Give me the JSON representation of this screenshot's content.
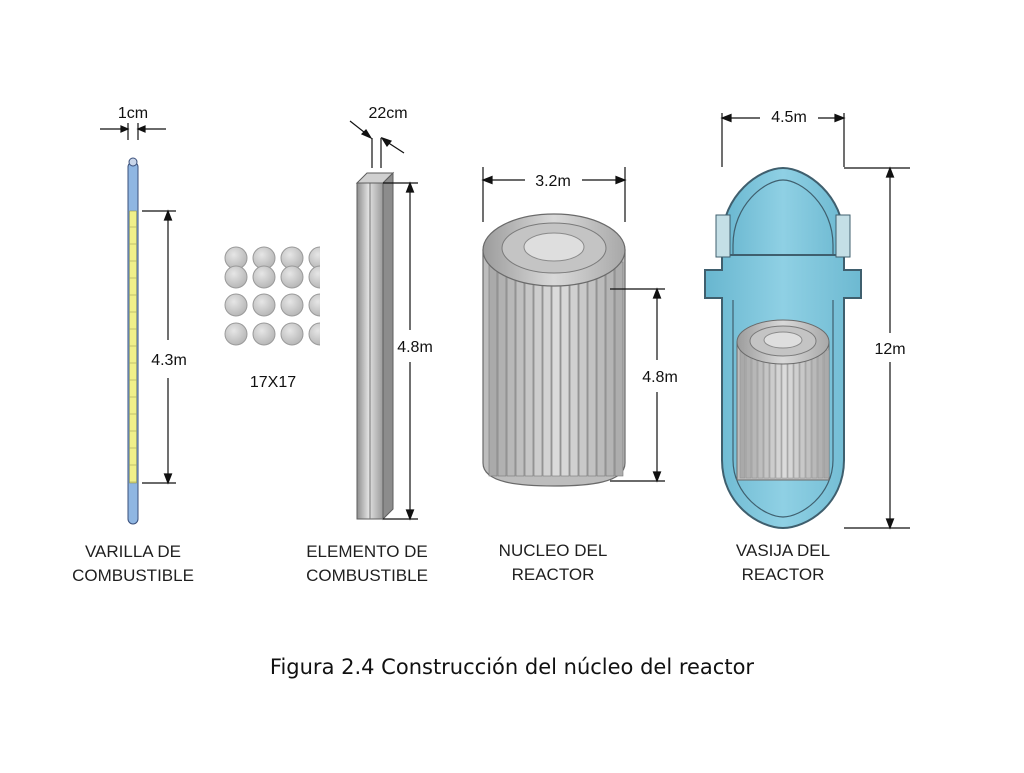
{
  "diagram": {
    "rod": {
      "label_line1": "VARILLA DE",
      "label_line2": "COMBUSTIBLE",
      "width_dim": "1cm",
      "length_dim": "4.3m"
    },
    "grid": {
      "label": "17X17"
    },
    "assembly": {
      "label_line1": "ELEMENTO DE",
      "label_line2": "COMBUSTIBLE",
      "width_dim": "22cm",
      "length_dim": "4.8m"
    },
    "core": {
      "label_line1": "NUCLEO DEL",
      "label_line2": "REACTOR",
      "width_dim": "3.2m",
      "height_dim": "4.8m"
    },
    "vessel": {
      "label_line1": "VASIJA DEL",
      "label_line2": "REACTOR",
      "width_dim": "4.5m",
      "height_dim": "12m"
    }
  },
  "caption": "Figura 2.4 Construcción del núcleo del reactor",
  "colors": {
    "vessel_fill": "#7ec5dc",
    "rod_fill": "#8fb6e2",
    "fuel_pellets": "#f0f08a",
    "metal": "#b5b5b5"
  }
}
